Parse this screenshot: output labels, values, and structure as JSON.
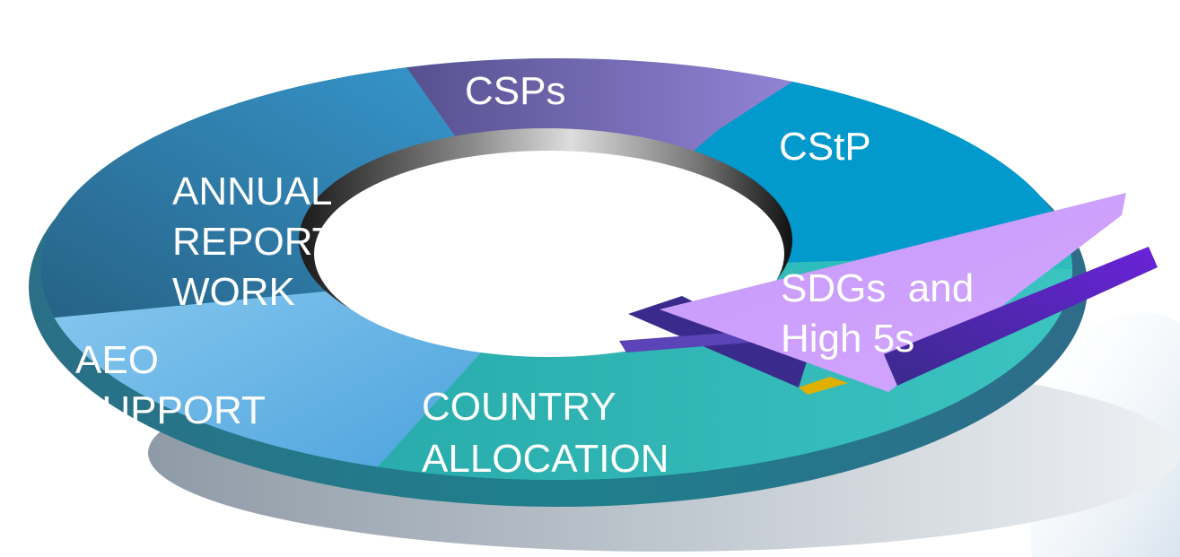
{
  "diagram": {
    "segments": [
      {
        "id": "csps",
        "lines": [
          "CSPs"
        ]
      },
      {
        "id": "cstp",
        "lines": [
          "CStP"
        ]
      },
      {
        "id": "sdgs",
        "lines": [
          "SDGs  and",
          "High 5s"
        ]
      },
      {
        "id": "country",
        "lines": [
          "COUNTRY",
          "ALLOCATION"
        ]
      },
      {
        "id": "aeo",
        "lines": [
          "AEO",
          "SUPPORT"
        ]
      },
      {
        "id": "annual",
        "lines": [
          "ANNUAL",
          "REPORT",
          "WORK"
        ]
      }
    ],
    "colors": {
      "csps_start": "#4f4a86",
      "csps_end": "#a08fe6",
      "cstp": "#0299cc",
      "sdgs": "#cc99ff",
      "country": "#2fbcbc",
      "aeo": "#6fb9e8",
      "annual_start": "#3aa2dc",
      "annual_end": "#265f82",
      "arrow_dark": "#3a2a8c",
      "arrow_bright": "#6a22d8",
      "gold": "#e0b000"
    }
  }
}
